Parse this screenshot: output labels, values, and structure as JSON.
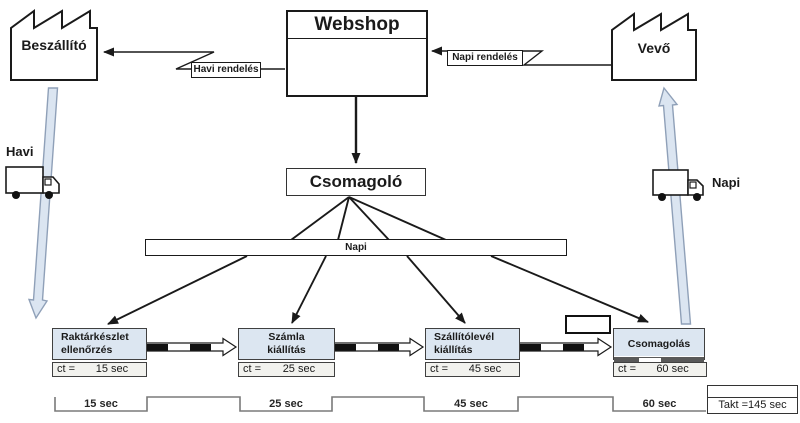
{
  "vsm": {
    "supplier": {
      "label": "Beszállító"
    },
    "webshop": {
      "label": "Webshop"
    },
    "customer": {
      "label": "Vevő"
    },
    "packer": {
      "label": "Csomagoló"
    },
    "info_flows": {
      "monthly_order": "Havi rendelés",
      "daily_order": "Napi rendelés"
    },
    "shipments": {
      "inbound_frequency": "Havi",
      "outbound_frequency": "Napi"
    },
    "schedule_bar": {
      "label": "Napi"
    },
    "processes": [
      {
        "line1": "Raktárkészlet",
        "line2": "ellenőrzés",
        "ct_label": "ct =",
        "ct_value": "15 sec"
      },
      {
        "line1": "Számla",
        "line2": "kiállítás",
        "ct_label": "ct =",
        "ct_value": "25 sec"
      },
      {
        "line1": "Szállítólevél",
        "line2": "kiállítás",
        "ct_label": "ct =",
        "ct_value": "45 sec"
      },
      {
        "line1": "Csomagolás",
        "ct_label": "ct =",
        "ct_value": "60 sec"
      }
    ],
    "timeline": {
      "process_times": [
        "15 sec",
        "25 sec",
        "45 sec",
        "60 sec"
      ],
      "takt": "Takt =145 sec"
    },
    "colors": {
      "process_fill": "#dce6f1",
      "ct_fill": "#f2f2ee",
      "transport_arrow_fill": "#dbe5f1",
      "transport_arrow_stroke": "#8fa0b8",
      "line": "#1a1a1a"
    }
  }
}
